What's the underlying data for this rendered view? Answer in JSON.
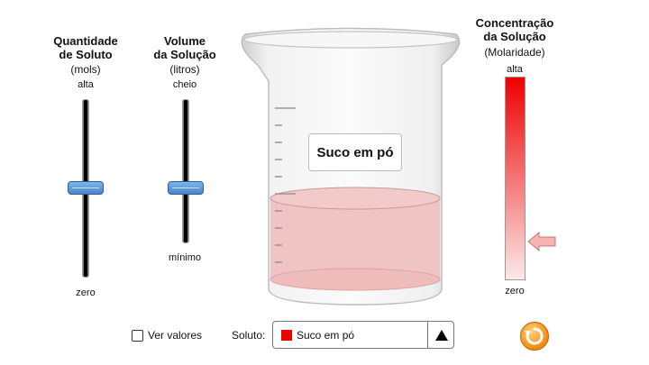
{
  "solute_slider": {
    "title_line1": "Quantidade",
    "title_line2": "de Soluto",
    "unit": "(mols)",
    "max_label": "alta",
    "min_label": "zero",
    "level": 0.5
  },
  "volume_slider": {
    "title_line1": "Volume",
    "title_line2": "da Solução",
    "unit": "(litros)",
    "max_label": "cheio",
    "min_label": "mínimo",
    "level": 0.5
  },
  "beaker": {
    "label": "Suco em pó",
    "fill_level": 0.5,
    "solution_color": "#f0c4c4"
  },
  "concentration": {
    "title_line1": "Concentração",
    "title_line2": "da Solução",
    "unit": "(Molaridade)",
    "max_label": "alta",
    "min_label": "zero",
    "level": 0.19,
    "bar_top_color": "#ee0000",
    "bar_bottom_color": "#fbe9e9"
  },
  "controls": {
    "show_values_label": "Ver valores",
    "show_values_checked": false,
    "solute_label": "Soluto:",
    "solute_selected": "Suco em pó",
    "solute_color": "#ee0000"
  }
}
